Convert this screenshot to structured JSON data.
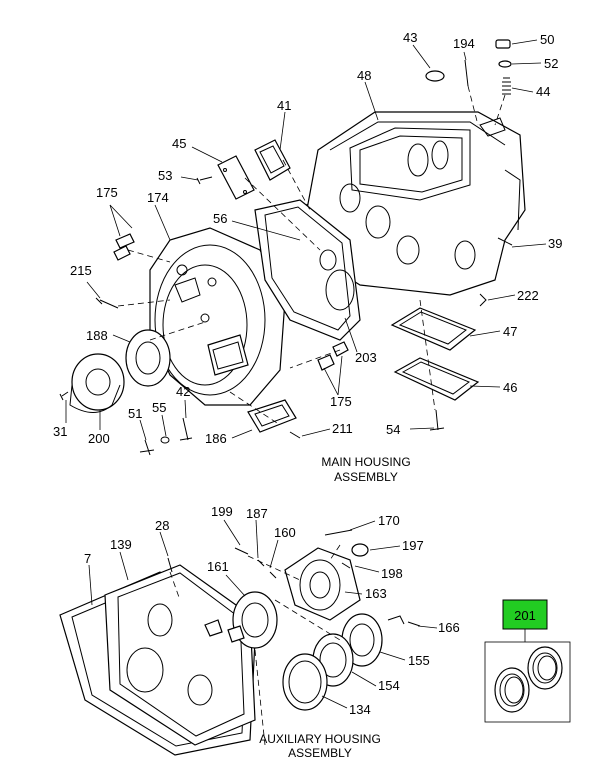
{
  "diagram": {
    "captions": {
      "main_line1": "MAIN HOUSING",
      "main_line2": "ASSEMBLY",
      "aux_line1": "AUXILIARY HOUSING",
      "aux_line2": "ASSEMBLY"
    },
    "highlight": {
      "label": "201",
      "color": "#22cc22"
    },
    "labels": {
      "p43": "43",
      "p194": "194",
      "p50": "50",
      "p52": "52",
      "p44": "44",
      "p48": "48",
      "p41": "41",
      "p45": "45",
      "p53": "53",
      "p175a": "175",
      "p174": "174",
      "p56": "56",
      "p39": "39",
      "p215": "215",
      "p222": "222",
      "p47": "47",
      "p188": "188",
      "p203": "203",
      "p46": "46",
      "p175b": "175",
      "p31": "31",
      "p200": "200",
      "p51": "51",
      "p55": "55",
      "p42": "42",
      "p186": "186",
      "p211": "211",
      "p54": "54",
      "p199": "199",
      "p187": "187",
      "p160": "160",
      "p170": "170",
      "p28": "28",
      "p7": "7",
      "p139": "139",
      "p197": "197",
      "p198": "198",
      "p161": "161",
      "p163": "163",
      "p166": "166",
      "p155": "155",
      "p154": "154",
      "p134": "134"
    }
  }
}
